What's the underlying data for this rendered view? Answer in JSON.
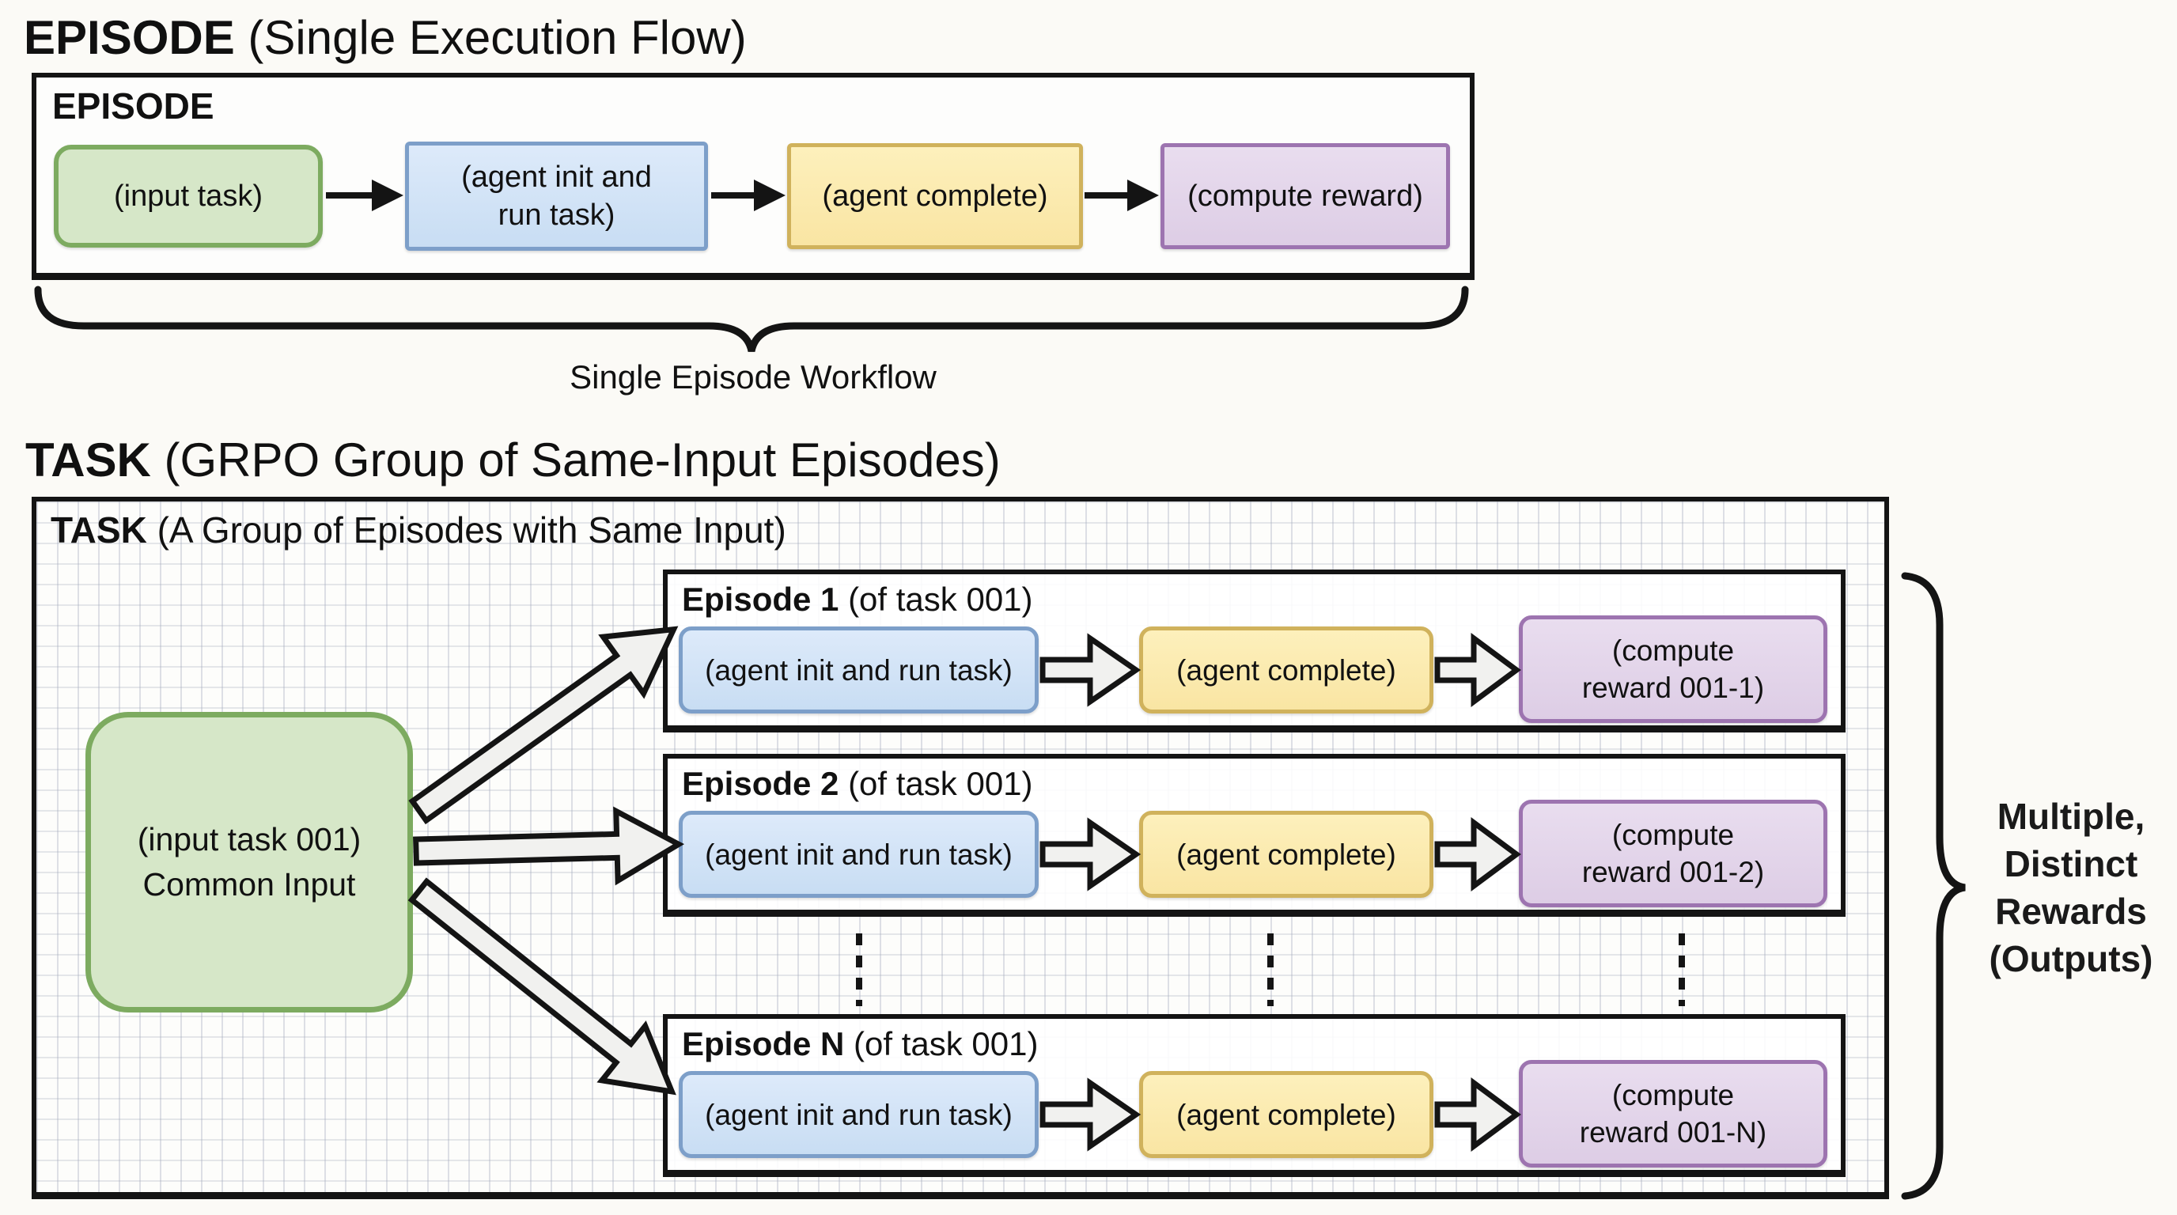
{
  "colors": {
    "background": "#fbfaf6",
    "panel_white": "#fdfdfc",
    "outline_black": "#141414",
    "green_fill": "#d6e7c8",
    "green_border": "#7dab60",
    "blue_fill": "#cfe1f3",
    "blue_border": "#7d9fc9",
    "yellow_fill": "#fceab0",
    "yellow_border": "#d0b25c",
    "purple_fill": "#e3d5ea",
    "purple_border": "#9d74b0",
    "block_arrow_fill": "#f1f1ef",
    "grid_line": "#c6cad6"
  },
  "episode_section": {
    "heading_bold": "EPISODE",
    "heading_rest": " (Single Execution Flow)",
    "container_label": "EPISODE",
    "flow": {
      "input": "(input task)",
      "init_line1": "(agent init and",
      "init_line2": "run task)",
      "complete": "(agent complete)",
      "reward": "(compute reward)"
    },
    "brace_label": "Single Episode Workflow"
  },
  "task_section": {
    "heading_bold": "TASK",
    "heading_rest": " (GRPO Group of Same-Input Episodes)",
    "container_label_bold": "TASK",
    "container_label_rest": " (A Group of Episodes with Same Input)",
    "common_input": {
      "line1": "(input task 001)",
      "line2": "Common Input"
    },
    "episodes": [
      {
        "label_bold": "Episode 1",
        "label_rest": " (of task 001)",
        "init": "(agent init and run task)",
        "complete": "(agent complete)",
        "reward_line1": "(compute",
        "reward_line2": "reward 001-1)"
      },
      {
        "label_bold": "Episode 2",
        "label_rest": " (of task 001)",
        "init": "(agent init and run task)",
        "complete": "(agent complete)",
        "reward_line1": "(compute",
        "reward_line2": "reward 001-2)"
      },
      {
        "label_bold": "Episode N",
        "label_rest": " (of task 001)",
        "init": "(agent init and run task)",
        "complete": "(agent complete)",
        "reward_line1": "(compute",
        "reward_line2": "reward 001-N)"
      }
    ],
    "output_label": {
      "line1": "Multiple,",
      "line2": "Distinct",
      "line3": "Rewards",
      "line4": "(Outputs)"
    }
  }
}
